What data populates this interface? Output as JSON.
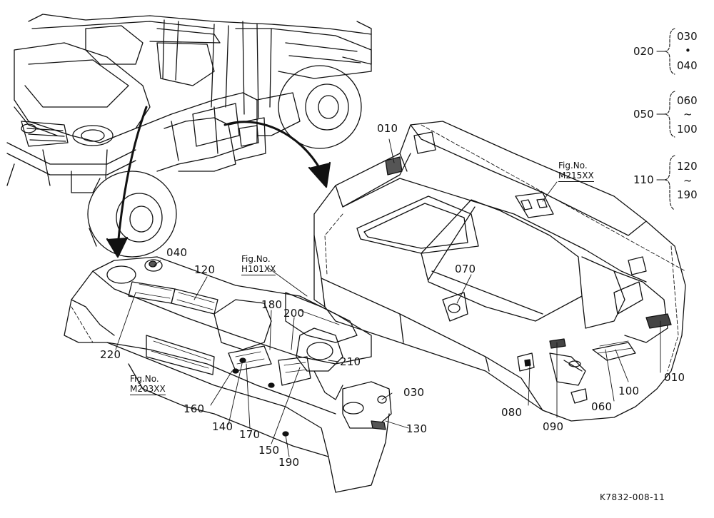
{
  "diagram": {
    "parts": [
      {
        "id": "p010a",
        "text": "010"
      },
      {
        "id": "p010b",
        "text": "010"
      },
      {
        "id": "p030",
        "text": "030"
      },
      {
        "id": "p040",
        "text": "040"
      },
      {
        "id": "p060",
        "text": "060"
      },
      {
        "id": "p070",
        "text": "070"
      },
      {
        "id": "p080",
        "text": "080"
      },
      {
        "id": "p090",
        "text": "090"
      },
      {
        "id": "p100",
        "text": "100"
      },
      {
        "id": "p120",
        "text": "120"
      },
      {
        "id": "p130",
        "text": "130"
      },
      {
        "id": "p140",
        "text": "140"
      },
      {
        "id": "p150",
        "text": "150"
      },
      {
        "id": "p160",
        "text": "160"
      },
      {
        "id": "p170",
        "text": "170"
      },
      {
        "id": "p180",
        "text": "180"
      },
      {
        "id": "p190",
        "text": "190"
      },
      {
        "id": "p200",
        "text": "200"
      },
      {
        "id": "p210",
        "text": "210"
      },
      {
        "id": "p220",
        "text": "220"
      }
    ],
    "fig_refs": [
      {
        "id": "f215",
        "label": "Fig.No.",
        "ref": "M215XX"
      },
      {
        "id": "f101",
        "label": "Fig.No.",
        "ref": "H101XX"
      },
      {
        "id": "f203",
        "label": "Fig.No.",
        "ref": "M203XX"
      }
    ],
    "legend": [
      {
        "group": "020",
        "from": "030",
        "sep": "•",
        "to": "040"
      },
      {
        "group": "050",
        "from": "060",
        "sep": "~",
        "to": "100"
      },
      {
        "group": "110",
        "from": "120",
        "sep": "~",
        "to": "190"
      }
    ],
    "drawing_code": "K7832-008-11"
  }
}
